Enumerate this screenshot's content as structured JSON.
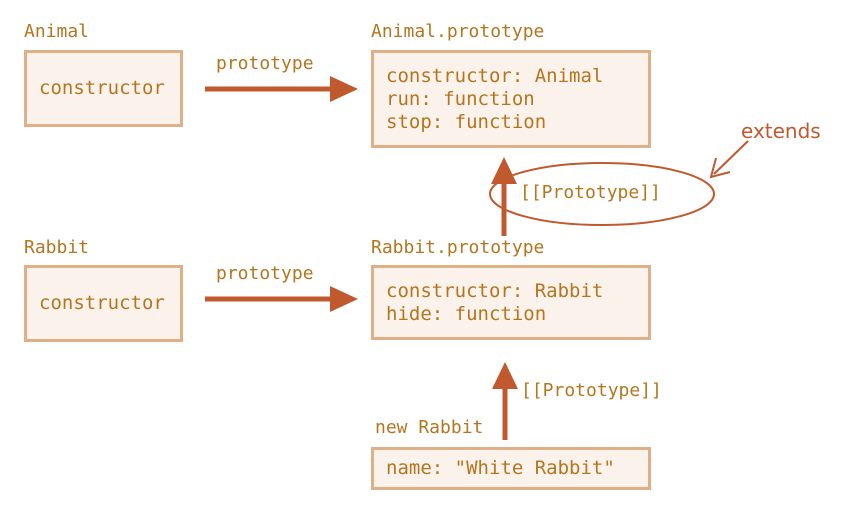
{
  "diagram": {
    "title_colors": {
      "label": "#b3761f",
      "box_fill": "#fcf2ec",
      "box_border": "#dfb087",
      "arrow": "#c0592e",
      "extends_text": "#c0592e"
    },
    "nodes": {
      "animal": {
        "caption": "Animal",
        "rows": [
          "constructor"
        ]
      },
      "animal_prototype": {
        "caption": "Animal.prototype",
        "rows": [
          "constructor: Animal",
          "run: function",
          "stop: function"
        ]
      },
      "rabbit": {
        "caption": "Rabbit",
        "rows": [
          "constructor"
        ]
      },
      "rabbit_prototype": {
        "caption": "Rabbit.prototype",
        "rows": [
          "constructor: Rabbit",
          "hide: function"
        ]
      },
      "new_rabbit": {
        "caption": "new Rabbit",
        "rows": [
          "name: \"White Rabbit\""
        ]
      }
    },
    "edges": {
      "animal_to_prototype": "prototype",
      "rabbit_to_prototype": "prototype",
      "rabbit_proto_to_animal_proto": "[[Prototype]]",
      "instance_to_rabbit_proto": "[[Prototype]]",
      "extends_annotation": "extends"
    }
  }
}
